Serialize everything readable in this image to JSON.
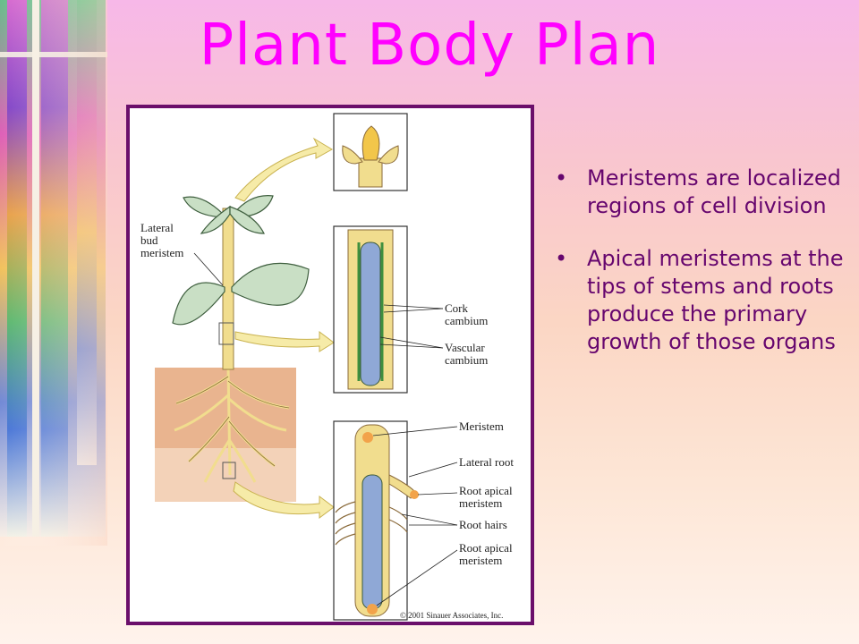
{
  "slide": {
    "title": "Plant Body Plan",
    "bullets": [
      "Meristems are localized regions of cell division",
      "Apical meristems at the tips of stems and roots produce the primary growth of those organs"
    ],
    "bullet_glyph": "•"
  },
  "figure": {
    "labels": {
      "lateral_bud_1": "Lateral",
      "lateral_bud_2": "bud",
      "lateral_bud_3": "meristem",
      "cork_1": "Cork",
      "cork_2": "cambium",
      "vascular_1": "Vascular",
      "vascular_2": "cambium",
      "meristem": "Meristem",
      "lateral_root": "Lateral root",
      "root_apical_1a": "Root apical",
      "root_apical_1b": "meristem",
      "root_hairs": "Root hairs",
      "root_apical_2a": "Root apical",
      "root_apical_2b": "meristem"
    },
    "copyright": "© 2001 Sinauer Associates, Inc."
  },
  "colors": {
    "title": "#ff00ff",
    "bullet_text": "#66066e",
    "frame": "#6b0f6b",
    "stem": "#f1dd8e",
    "leaf": "#c9dfc5",
    "soil": "#e9b48f",
    "vascular": "#8fa8d6"
  }
}
